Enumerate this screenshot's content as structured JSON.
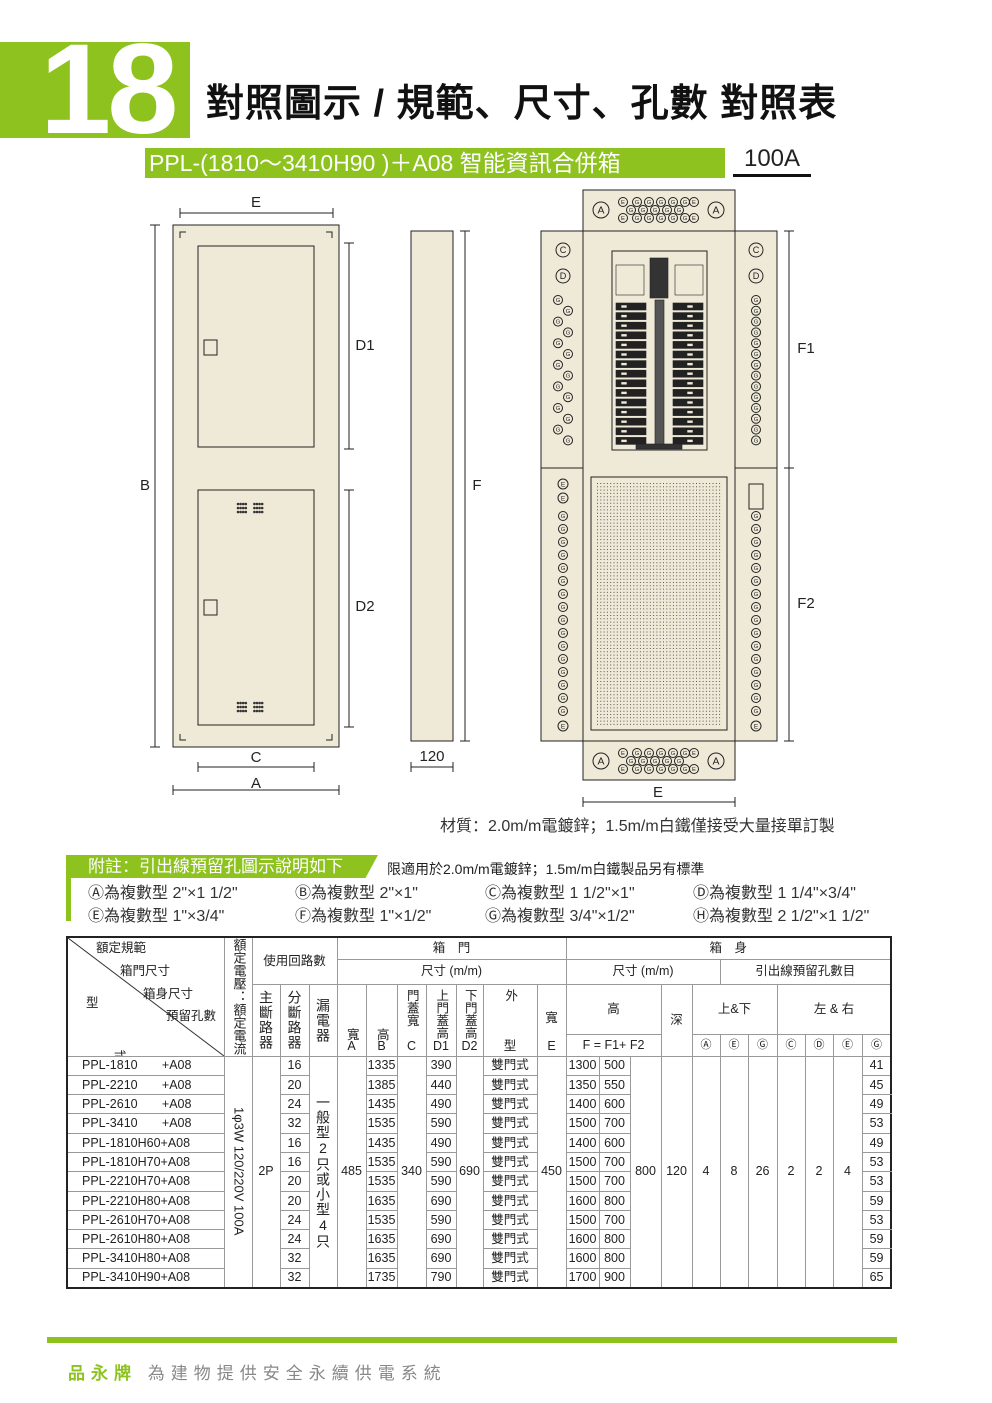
{
  "header": {
    "number": "18",
    "title": "對照圖示 / 規範、尺寸、孔數  對照表",
    "subtitle": "PPL-(1810～3410H90 )＋A08 智能資訊合併箱",
    "rating": "100A"
  },
  "diagram": {
    "labels": {
      "E_top": "E",
      "B": "B",
      "D1": "D1",
      "D2": "D2",
      "C": "C",
      "A": "A",
      "F": "F",
      "depth": "120",
      "F1": "F1",
      "F2": "F2",
      "E_bottom": "E"
    },
    "hole_letters": [
      "A",
      "C",
      "D",
      "E",
      "G"
    ],
    "fill": "#efe9d8"
  },
  "material": "材質：2.0m/m電鍍鋅；1.5m/m白鐵僅接受大量接單訂製",
  "notes": {
    "title": "附註：引出線預留孔圖示說明如下",
    "extra": "限適用於2.0m/m電鍍鋅；1.5m/m白鐵製品另有標準",
    "items": [
      "Ⓐ為複數型 2\"×1 1/2\"",
      "Ⓑ為複數型 2\"×1\"",
      "Ⓒ為複數型 1 1/2\"×1\"",
      "Ⓓ為複數型 1 1/4\"×3/4\"",
      "Ⓔ為複數型 1\"×3/4\"",
      "Ⓕ為複數型 1\"×1/2\"",
      "Ⓖ為複數型 3/4\"×1/2\"",
      "Ⓗ為複數型 2 1/2\"×1 1/2\""
    ]
  },
  "table": {
    "corner": {
      "spec": "額定規範",
      "door": "箱門尺寸",
      "body": "箱身尺寸",
      "holes": "預留孔數",
      "type1": "型",
      "type2": "式"
    },
    "voltage_header": "額定電壓：額定電流",
    "circuits": "使用回路數",
    "door": "箱　門",
    "body": "箱　身",
    "size": "尺寸 (m/m)",
    "holes": "引出線預留孔數目",
    "main_breaker": "主斷路器",
    "branch_breaker": "分斷路器",
    "elcb": "漏電器",
    "door_cols": [
      [
        "寬",
        "A"
      ],
      [
        "高",
        "B"
      ],
      [
        "門蓋寬",
        "C"
      ],
      [
        "上門蓋高",
        "D1"
      ],
      [
        "下門蓋高",
        "D2"
      ],
      [
        "外",
        "型"
      ]
    ],
    "body_width": [
      "寬",
      "E"
    ],
    "body_height": "高",
    "body_formula": "F = F1+ F2",
    "body_depth": "深",
    "top_bottom": "上&下",
    "left_right": "左 & 右",
    "hole_cols": [
      "Ⓐ",
      "Ⓔ",
      "Ⓖ",
      "Ⓒ",
      "Ⓓ",
      "Ⓔ",
      "Ⓖ"
    ],
    "shared": {
      "voltage": "1φ3W 120/220V 100A",
      "main": "2P",
      "elcb": "一般型2只或小型4只",
      "A": "485",
      "C": "340",
      "D2": "690",
      "E": "450",
      "F2": "800",
      "depth": "120",
      "holes": [
        "4",
        "8",
        "26",
        "2",
        "2",
        "4"
      ]
    },
    "rows": [
      {
        "model": "PPL-1810       +A08",
        "branch": "16",
        "B": "1335",
        "D1": "390",
        "type": "雙門式",
        "F": "1300",
        "F1": "500",
        "G": "41"
      },
      {
        "model": "PPL-2210       +A08",
        "branch": "20",
        "B": "1385",
        "D1": "440",
        "type": "雙門式",
        "F": "1350",
        "F1": "550",
        "G": "45"
      },
      {
        "model": "PPL-2610       +A08",
        "branch": "24",
        "B": "1435",
        "D1": "490",
        "type": "雙門式",
        "F": "1400",
        "F1": "600",
        "G": "49"
      },
      {
        "model": "PPL-3410       +A08",
        "branch": "32",
        "B": "1535",
        "D1": "590",
        "type": "雙門式",
        "F": "1500",
        "F1": "700",
        "G": "53"
      },
      {
        "model": "PPL-1810H60+A08",
        "branch": "16",
        "B": "1435",
        "D1": "490",
        "type": "雙門式",
        "F": "1400",
        "F1": "600",
        "G": "49"
      },
      {
        "model": "PPL-1810H70+A08",
        "branch": "16",
        "B": "1535",
        "D1": "590",
        "type": "雙門式",
        "F": "1500",
        "F1": "700",
        "G": "53"
      },
      {
        "model": "PPL-2210H70+A08",
        "branch": "20",
        "B": "1535",
        "D1": "590",
        "type": "雙門式",
        "F": "1500",
        "F1": "700",
        "G": "53"
      },
      {
        "model": "PPL-2210H80+A08",
        "branch": "20",
        "B": "1635",
        "D1": "690",
        "type": "雙門式",
        "F": "1600",
        "F1": "800",
        "G": "59"
      },
      {
        "model": "PPL-2610H70+A08",
        "branch": "24",
        "B": "1535",
        "D1": "590",
        "type": "雙門式",
        "F": "1500",
        "F1": "700",
        "G": "53"
      },
      {
        "model": "PPL-2610H80+A08",
        "branch": "24",
        "B": "1635",
        "D1": "690",
        "type": "雙門式",
        "F": "1600",
        "F1": "800",
        "G": "59"
      },
      {
        "model": "PPL-3410H80+A08",
        "branch": "32",
        "B": "1635",
        "D1": "690",
        "type": "雙門式",
        "F": "1600",
        "F1": "800",
        "G": "59"
      },
      {
        "model": "PPL-3410H90+A08",
        "branch": "32",
        "B": "1735",
        "D1": "790",
        "type": "雙門式",
        "F": "1700",
        "F1": "900",
        "G": "65"
      }
    ]
  },
  "footer": {
    "brand": "品永牌",
    "slogan": "為建物提供安全永續供電系統"
  },
  "colors": {
    "accent": "#8dc21f",
    "panel": "#efe9d8"
  }
}
